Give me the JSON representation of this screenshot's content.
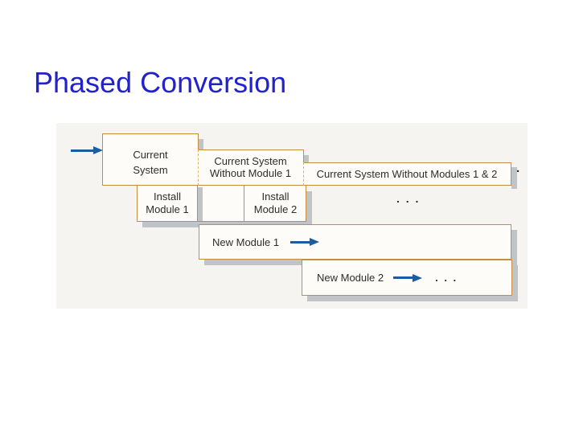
{
  "slide": {
    "title": "Phased Conversion"
  },
  "diagram": {
    "row1": {
      "current_system": {
        "line1": "Current",
        "line2": "System"
      },
      "without_module_1": {
        "line1": "Current System",
        "line2": "Without Module 1"
      },
      "without_modules_1_2": {
        "label": "Current System Without Modules 1 & 2"
      },
      "trailing_dot": "."
    },
    "row2": {
      "install_module_1": {
        "line1": "Install",
        "line2": "Module 1"
      },
      "install_module_2": {
        "line1": "Install",
        "line2": "Module 2"
      },
      "ellipsis": ". . ."
    },
    "row3": {
      "new_module_1": "New Module 1"
    },
    "row4": {
      "new_module_2": "New Module 2",
      "ellipsis": ". . ."
    }
  },
  "colors": {
    "title_text": "#2222cc",
    "box_border": "#c38e3e",
    "box_border_dashed": "#d9b26e",
    "box_fill": "#fdfcf9",
    "diagram_background": "#f5f4f1",
    "shadow": "#c1c4c6",
    "arrow_blue": "#1b5da2",
    "label_text": "#2d2d2d"
  }
}
